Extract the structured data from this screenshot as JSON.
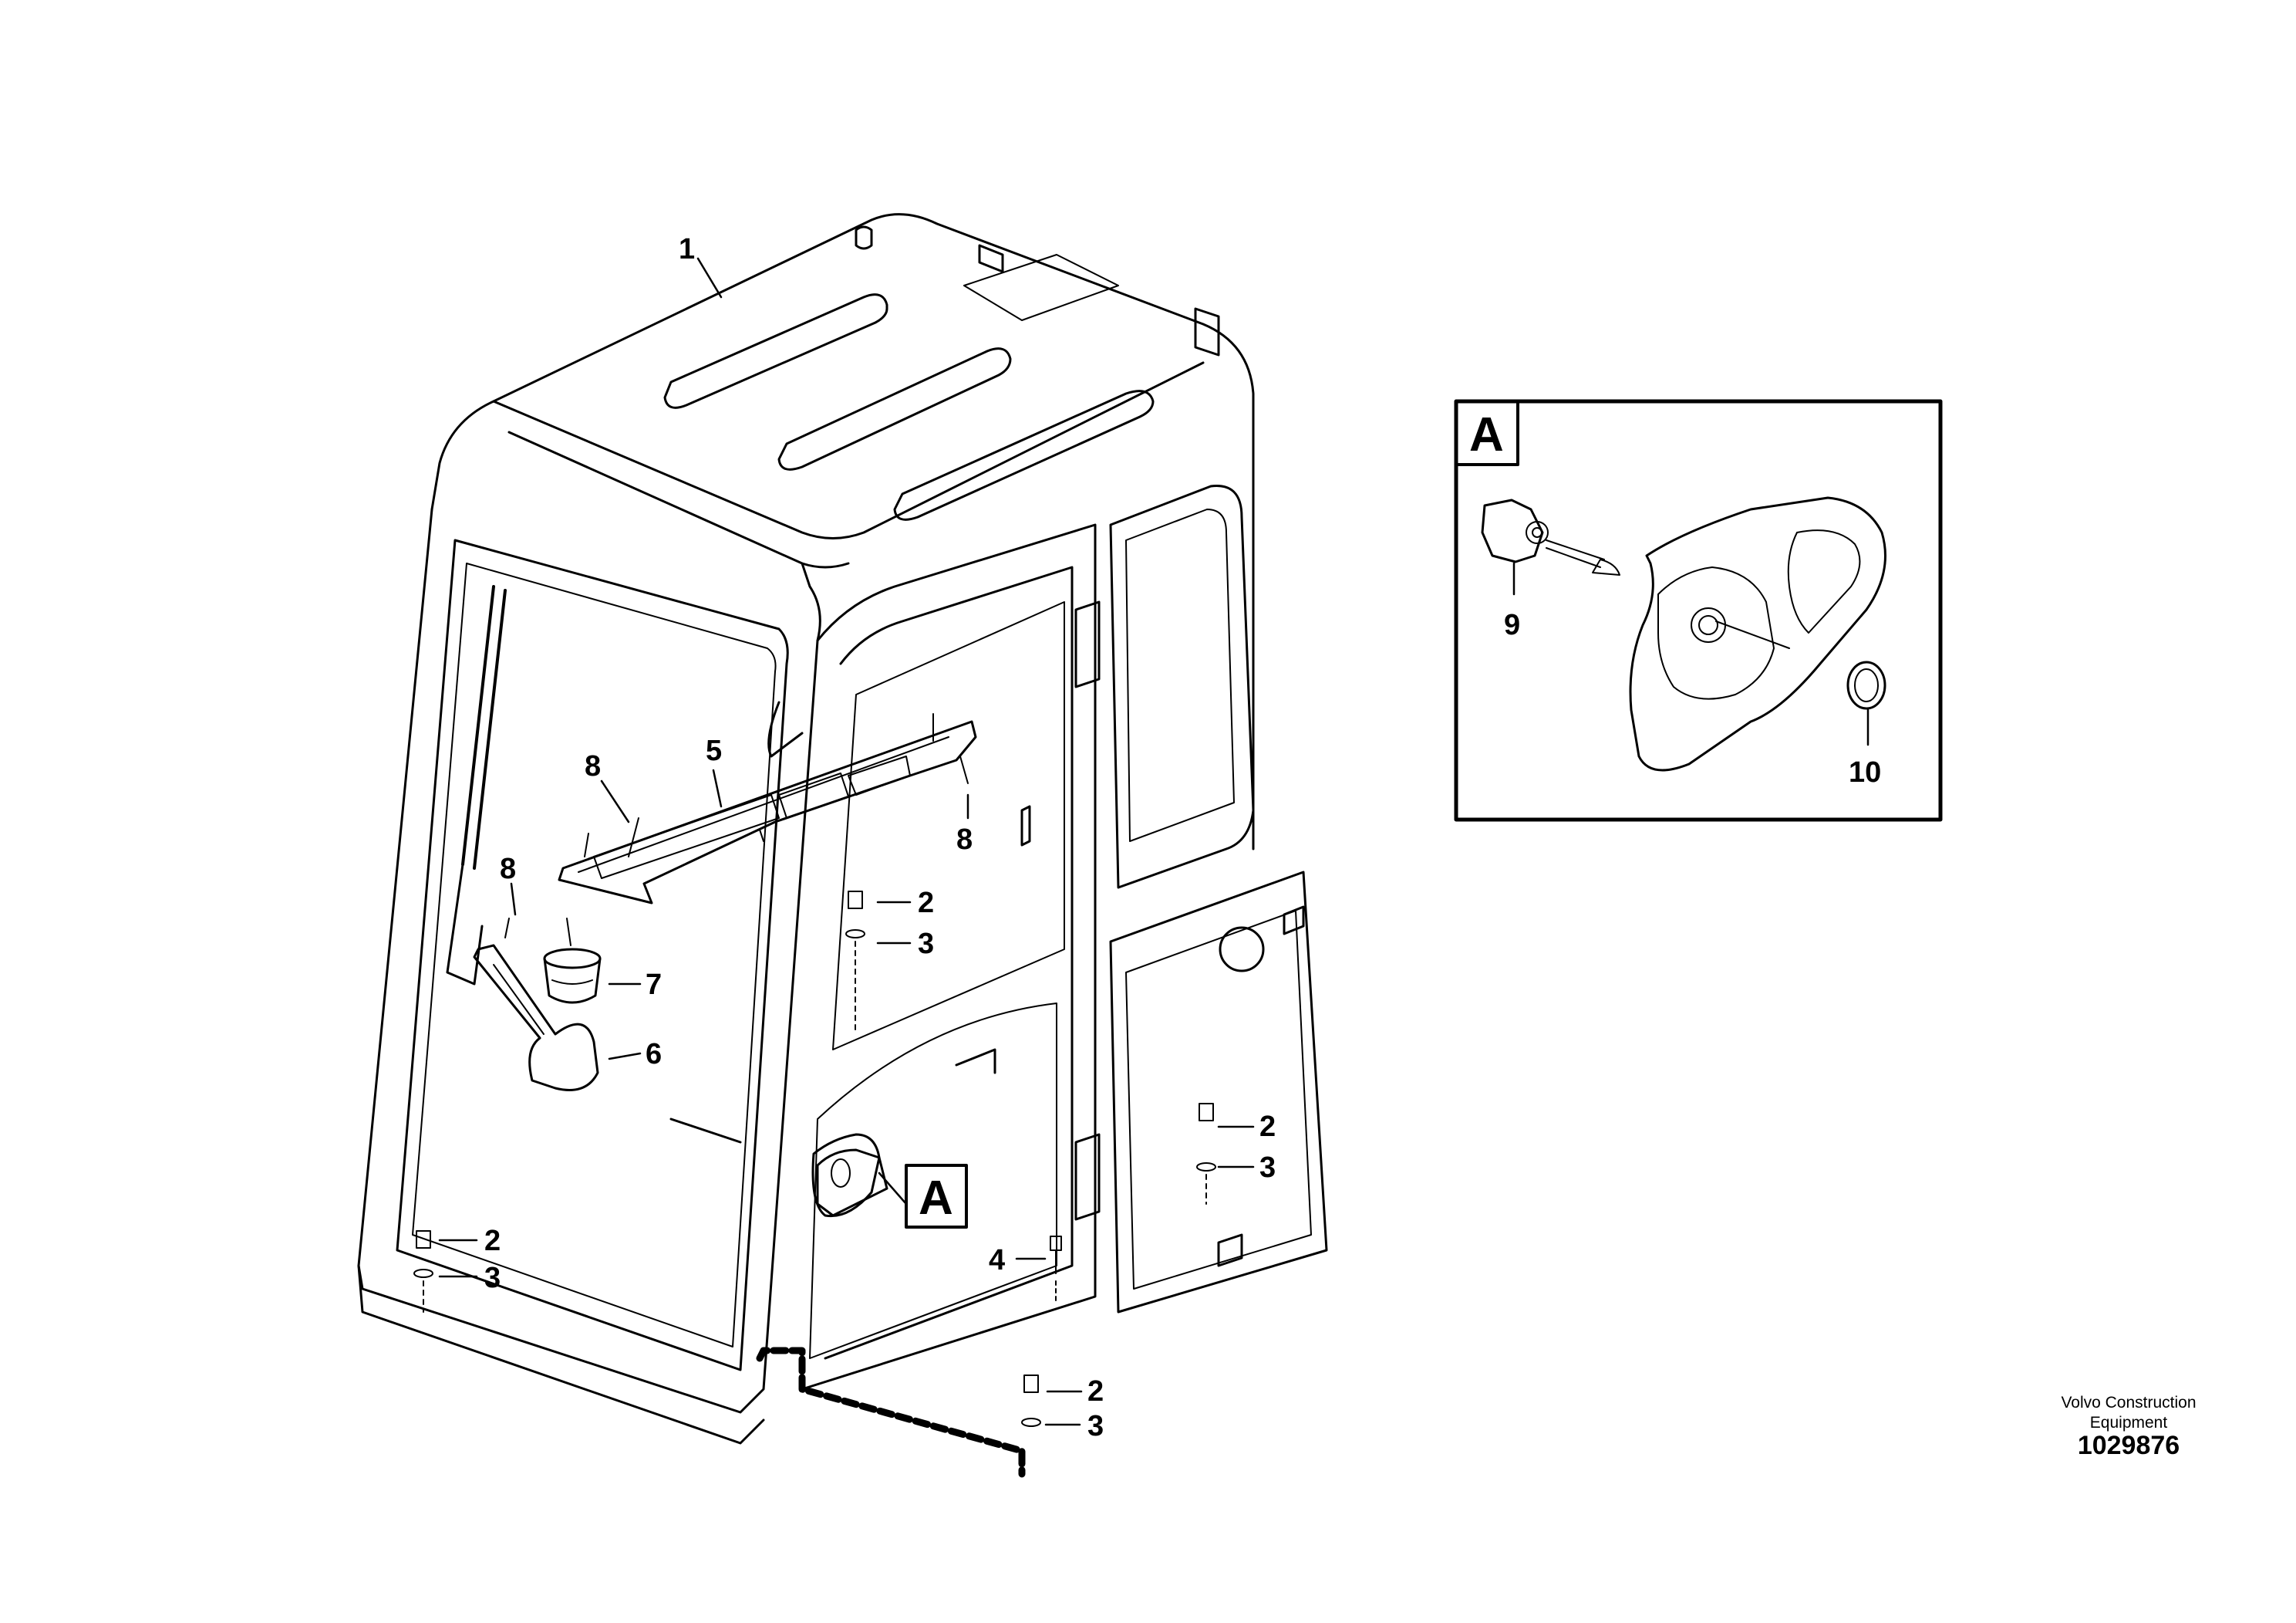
{
  "callouts": {
    "c1": "1",
    "c2": "2",
    "c3": "3",
    "c4": "4",
    "c5": "5",
    "c6": "6",
    "c7": "7",
    "c8": "8",
    "c9": "9",
    "c10": "10"
  },
  "detail_view_label": "A",
  "section_label": "A",
  "credit": {
    "line1": "Volvo Construction",
    "line2": "Equipment"
  },
  "drawing_number": "1029876"
}
